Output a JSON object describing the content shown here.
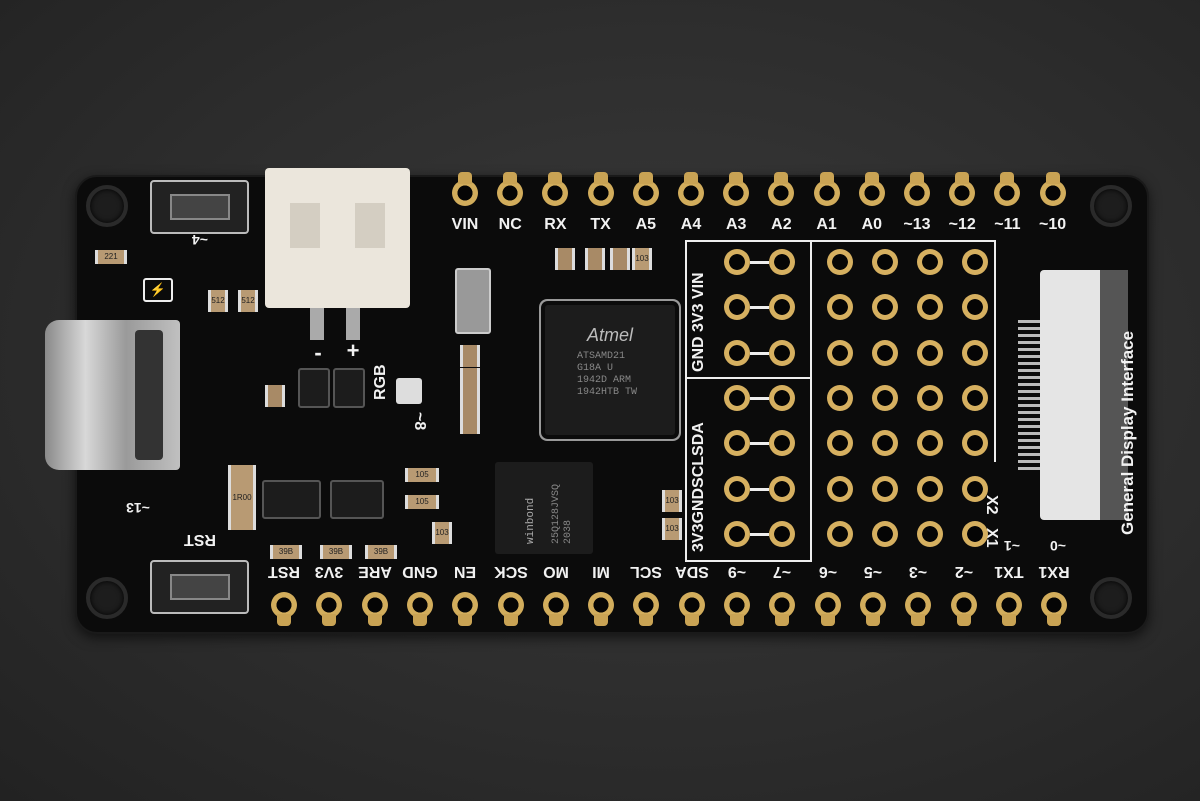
{
  "board": {
    "top_pins": [
      "VIN",
      "NC",
      "RX",
      "TX",
      "A5",
      "A4",
      "A3",
      "A2",
      "A1",
      "A0",
      "~13",
      "~12",
      "~11",
      "~10"
    ],
    "bottom_pins": [
      "RST",
      "3V3",
      "ARE",
      "GND",
      "EN",
      "SCK",
      "MO",
      "MI",
      "SCL",
      "SDA",
      "~9",
      "~7",
      "~6",
      "~5",
      "~3",
      "~2",
      "TX1",
      "RX1"
    ],
    "grid_labels_top": "GND 3V3 VIN",
    "grid_labels_bottom": "3V3GNDSCLSDA",
    "display_interface_label": "General Display Interface",
    "x1_label": "X1",
    "x2_label": "X2",
    "tx1_tilde": "~1",
    "rx1_tilde": "~0",
    "rgb_label": "RGB",
    "pin8_label": "~8",
    "pin4_label": "~4",
    "pin13_label": "~13",
    "rst_label": "RST",
    "minus_label": "-",
    "plus_label": "+",
    "mcu_brand": "Atmel",
    "mcu_text": "ATSAMD21\nG18A U\n1942D ARM\n1942HTB TW",
    "flash_brand": "winbond",
    "flash_text": "25Q128JVSQ\n2038",
    "resistor_labels": [
      "221",
      "512",
      "512",
      "39B",
      "39B",
      "39B",
      "103",
      "105",
      "105",
      "103",
      "103",
      "103",
      "1R00"
    ],
    "charge_icon": "battery-charge-icon"
  }
}
